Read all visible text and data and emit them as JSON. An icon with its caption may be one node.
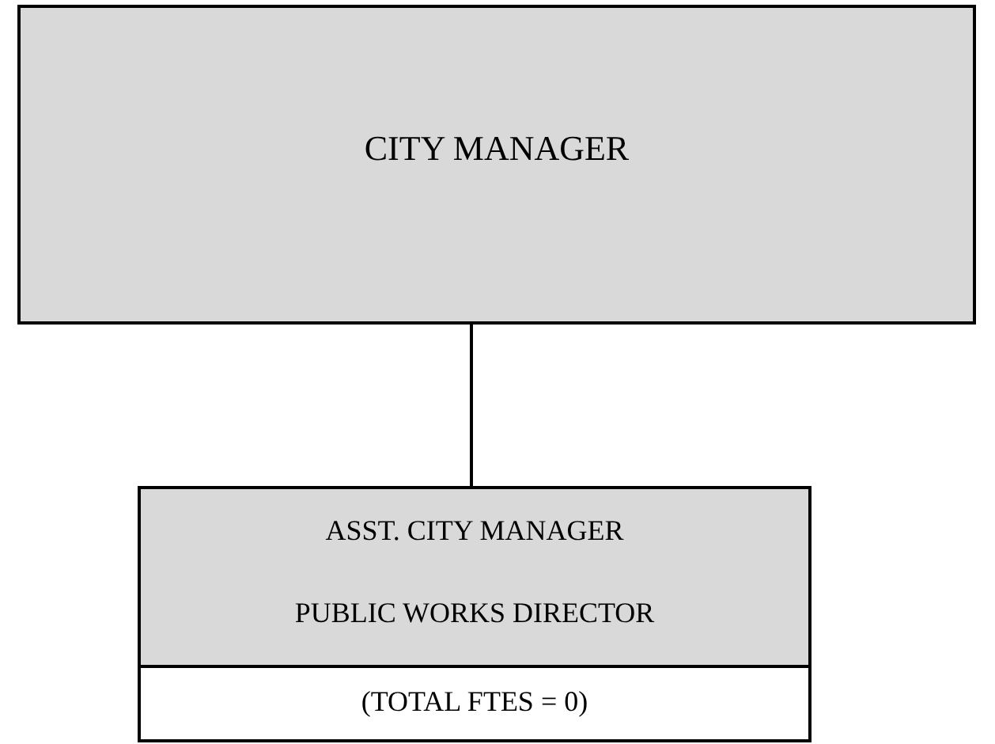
{
  "diagram": {
    "nodes": [
      {
        "text": [
          "CITY MANAGER"
        ]
      },
      {
        "text": [
          "ASST. CITY MANAGER",
          "PUBLIC WORKS DIRECTOR"
        ]
      },
      {
        "text": [
          "(TOTAL FTES = 0)"
        ],
        "in": 1
      }
    ],
    "edges": [
      {
        "from": 0,
        "to": 1,
        "arrow": "none"
      }
    ]
  }
}
